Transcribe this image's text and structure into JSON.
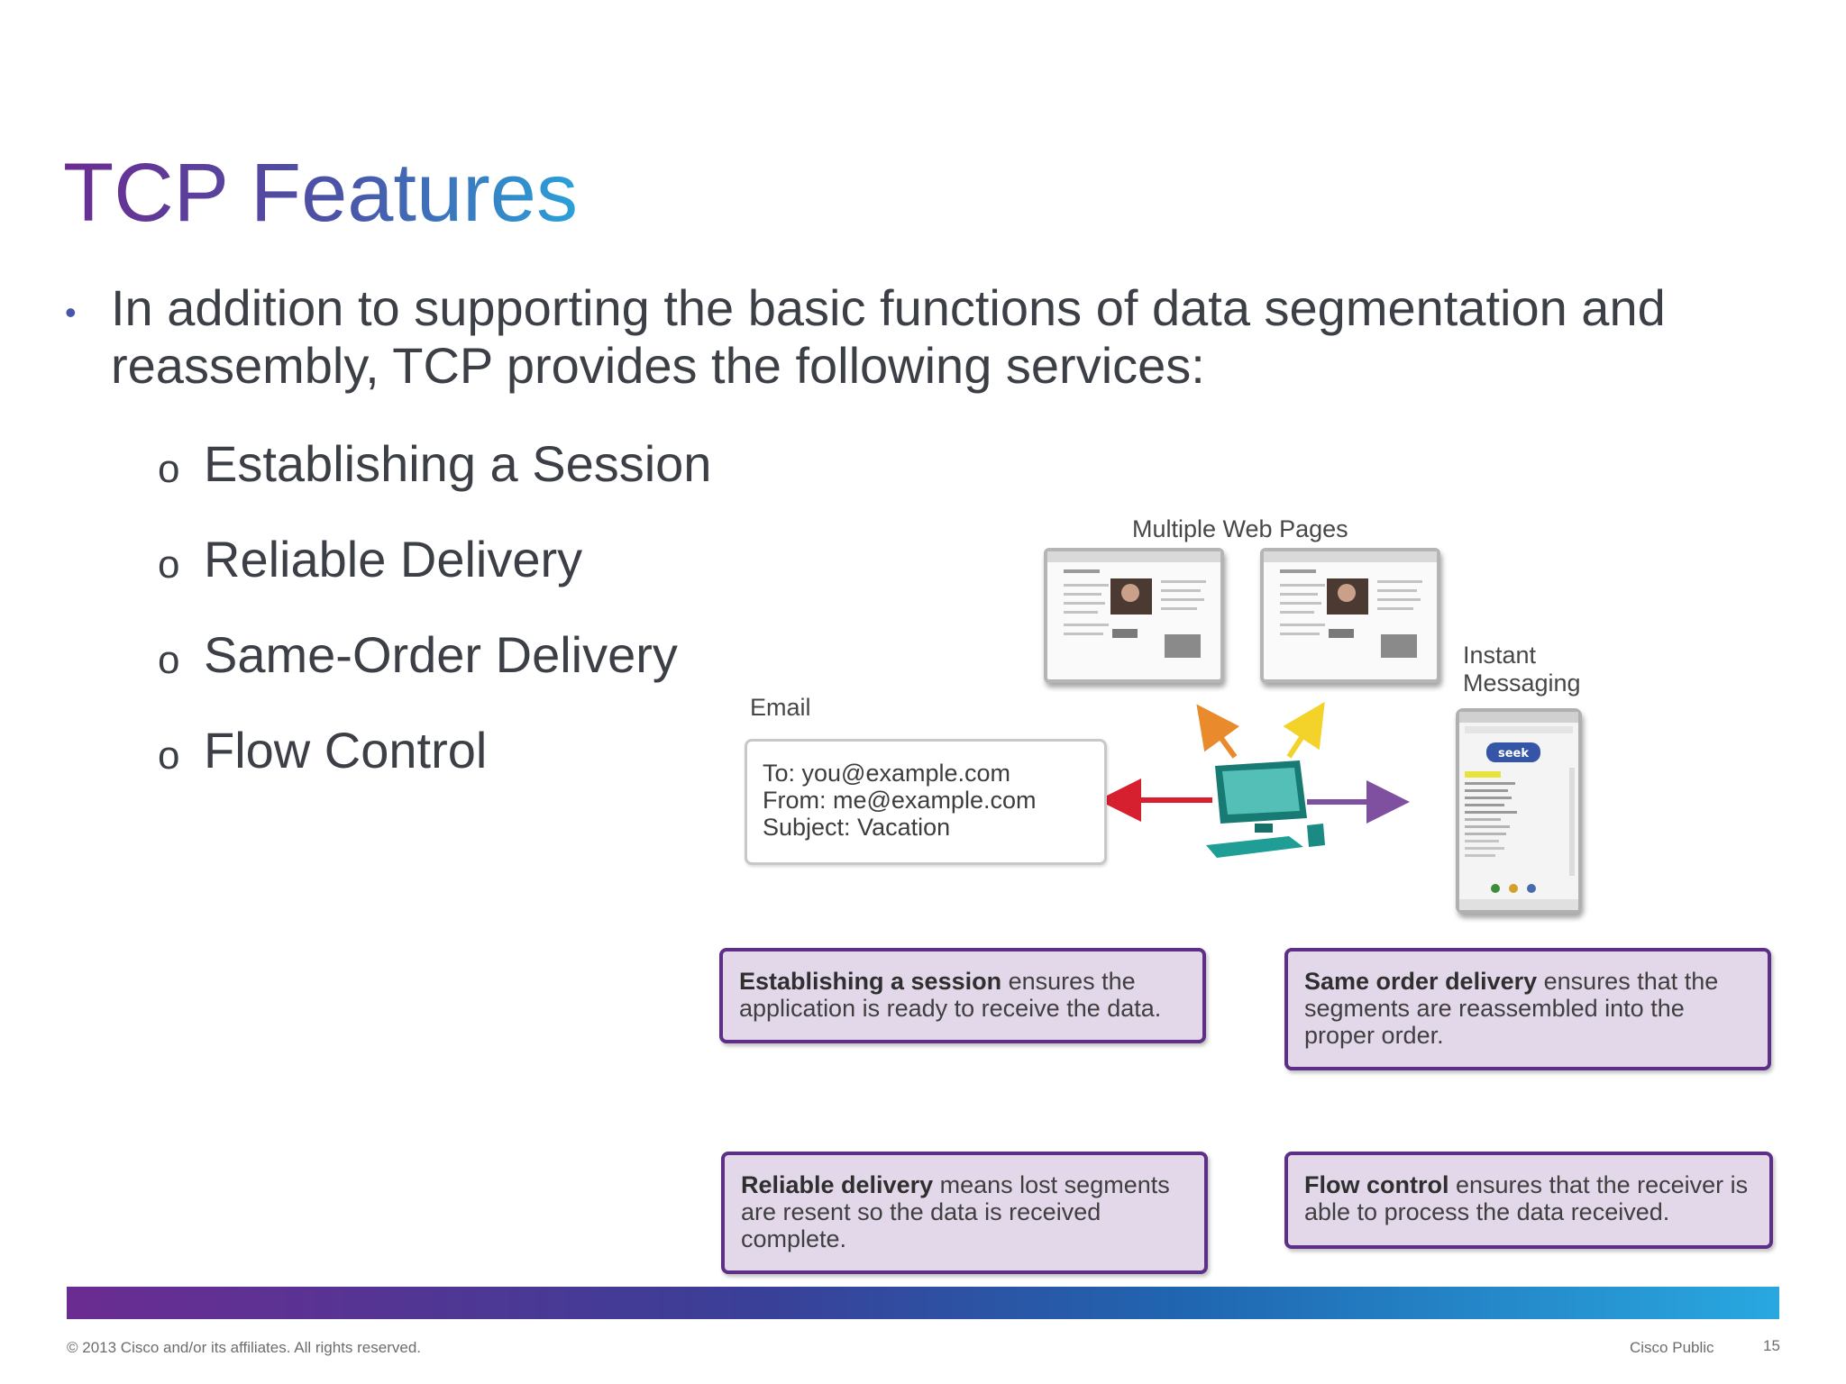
{
  "slide": {
    "title": "TCP Features",
    "bullet": {
      "line1": "In addition to supporting the basic functions of data segmentation and",
      "line2": "reassembly, TCP provides the following services:"
    },
    "sub_items": [
      {
        "label": "Establishing a Session"
      },
      {
        "label": "Reliable Delivery"
      },
      {
        "label": "Same-Order Delivery"
      },
      {
        "label": "Flow Control"
      }
    ],
    "sub_marker": "o"
  },
  "diagram": {
    "web_pages_label": "Multiple Web Pages",
    "im_label_line1": "Instant",
    "im_label_line2": "Messaging",
    "email_label": "Email",
    "email": {
      "to": "To: you@example.com",
      "from": "From: me@example.com",
      "subject": "Subject: Vacation"
    },
    "im_brand": "seek",
    "arrow_colors": {
      "left": "#d7202f",
      "right": "#7f4fa0",
      "up_left": "#e98a2c",
      "up_right": "#f3d22a"
    },
    "computer_color": "#1e9e95",
    "boxes": {
      "session": {
        "bold": "Establishing a session",
        "rest": " ensures the application is ready to receive the data."
      },
      "same_order": {
        "bold": "Same order delivery",
        "rest": " ensures that the segments are reassembled into the proper order."
      },
      "reliable": {
        "bold": "Reliable delivery",
        "rest": " means lost segments are resent so the data is received complete."
      },
      "flow": {
        "bold": "Flow control",
        "rest": " ensures that the receiver is able to process the data received."
      }
    }
  },
  "footer": {
    "copyright": "© 2013 Cisco and/or its affiliates. All rights reserved.",
    "classification": "Cisco Public",
    "page_number": "15"
  },
  "colors": {
    "title_gradient_start": "#6b2c91",
    "title_gradient_end": "#2aa1d8",
    "box_border": "#5e2f86",
    "box_fill": "#e3d7ea",
    "body_text": "#3c4046"
  }
}
